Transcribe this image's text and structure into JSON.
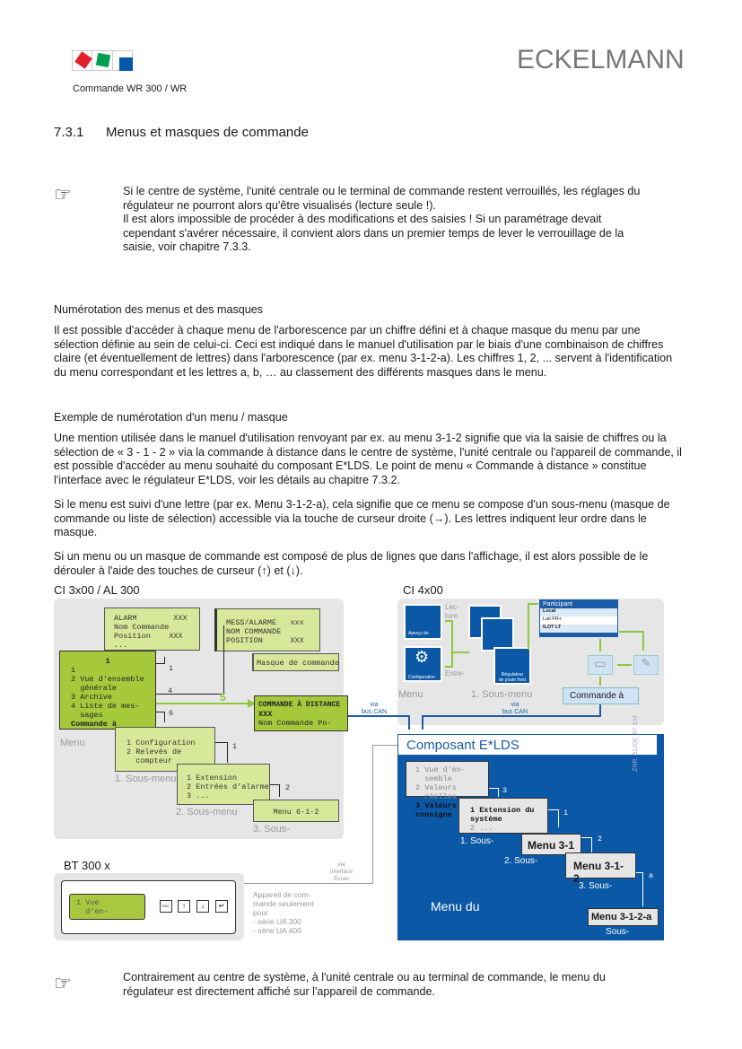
{
  "header": {
    "brand": "ECKELMANN",
    "subtitle": "Commande WR 300 / WR",
    "logo_colors": [
      "#e3202a",
      "#00a050",
      "#0058a8"
    ]
  },
  "section": {
    "number": "7.3.1",
    "title": "Menus et masques de commande"
  },
  "note1": {
    "icon": "pointing-hand-icon",
    "text": "Si le centre de système, l'unité centrale ou le terminal de commande restent verrouillés, les réglages du régulateur ne pourront alors qu'être visualisés (lecture seule !).",
    "text2": "Il est alors impossible de procéder à des modifications et des saisies ! Si un paramétrage devait cependant s'avérer nécessaire, il convient alors dans un premier temps de lever le verrouillage de la saisie, voir chapitre  7.3.3."
  },
  "body": {
    "h1": "Numérotation des menus et des masques",
    "p1": "Il est possible d'accéder à chaque menu de l'arborescence par un chiffre défini et à chaque masque du menu par une sélection définie au sein de celui-ci. Ceci est indiqué dans le manuel d'utilisation par le biais d'une combinaison de chiffres claire (et éventuellement de lettres) dans l'arborescence (par ex. menu 3-1-2-a). Les chiffres 1, 2, ... servent à l'identification du menu correspondant et les lettres a, b, … au classement des différents masques dans le menu.",
    "h2": "Exemple de numérotation d'un menu / masque",
    "p2": "Une mention utilisée dans le manuel d'utilisation renvoyant par ex. au menu 3-1-2 signifie que via la saisie de chiffres ou la sélection de « 3 - 1 - 2 » via la commande à distance dans le centre de système, l'unité centrale ou l'appareil de commande, il est possible d'accéder au menu souhaité du composant E*LDS. Le point de menu « Commande à distance » constitue l'interface avec le régulateur E*LDS, voir les détails au chapitre 7.3.2.",
    "p3": "Si le menu est suivi d'une lettre (par ex. Menu 3-1-2-a), cela signifie que ce menu se compose d'un sous-menu (masque de commande ou liste de sélection) accessible via la touche de curseur droite (→). Les lettres indiquent leur ordre dans le masque.",
    "p4": "Si un menu ou un masque de commande est composé de plus de lignes que dans l'affichage, il est alors possible de le dérouler à l'aide des touches de curseur (↑) et (↓)."
  },
  "diagram": {
    "ci3": {
      "title": "CI 3x00 / AL 300",
      "alarm": [
        "ALARM        XXX",
        "Nom Commande",
        "Position    XXX",
        "..."
      ],
      "mess": [
        "MESS/ALARME   xxx",
        "NOM COMMANDE",
        "POSITION      XXX"
      ],
      "masque": "Masque de commande",
      "menu_title": "1",
      "menu": [
        "1",
        "2 Vue d'ensemble",
        "  générale",
        "3 Archive",
        "4 Liste de mes-",
        "  sages"
      ],
      "menu_bold": "Commande à",
      "remote": [
        "COMMANDE À DISTANCE",
        "XXX"
      ],
      "remote2": "Nom Commande Po-",
      "sub1": [
        "1 Configuration",
        "2 Relevés de",
        "  compteur"
      ],
      "sub2": [
        "1 Extension",
        "2 Entrées d'alarme",
        "3 ..."
      ],
      "sub3": "Menu 6-1-2",
      "labels": {
        "menu": "Menu",
        "s1": "1. Sous-menu",
        "s2": "2. Sous-menu",
        "s3": "3. Sous-"
      },
      "arrows": {
        "a1": "1",
        "a4": "4",
        "a5": "5",
        "a6": "6",
        "b1": "1",
        "b2": "2"
      }
    },
    "ci4": {
      "title": "CI 4x00",
      "t1": "Aperçu de",
      "t2": "Configuration",
      "lecture": "Lec-\nture",
      "entree": "Entre-",
      "t3": "Régulateur\nde poste froid",
      "participant": "Participant",
      "rows": [
        "Local",
        "Lait FR+",
        "ILOT LT"
      ],
      "labels": {
        "menu": "Menu",
        "s1": "1. Sous-menu"
      },
      "remote": "Commande à"
    },
    "via_can": "via\nbus CAN",
    "elds": {
      "title": "Composant E*LDS",
      "m0": [
        "1 Vue d'en-",
        "  semble",
        "2 Valeurs",
        "  réelles"
      ],
      "m0b": [
        "3 Valeurs",
        "consigne"
      ],
      "m1b": [
        "1 Extension du",
        "système"
      ],
      "m1": "2 ...",
      "m2": "Menu 3-1",
      "m3": "Menu 3-1-2",
      "m4": "Menu 3-1-2-a",
      "labels": {
        "s1": "1. Sous-",
        "s2": "2. Sous-",
        "s3": "3. Sous-",
        "s4": "Sous-",
        "main": "Menu du"
      },
      "arrows": {
        "a3": "3",
        "a1": "1",
        "a2": "2",
        "aa": "a"
      },
      "znr": "ZNR. 51200_67.934"
    },
    "bt": {
      "title": "BT 300 x",
      "lcd": [
        "1 Vue",
        "  d'en-"
      ],
      "keys": [
        "ESC",
        "↑",
        "↓",
        "↵"
      ],
      "via": "via\ninterface\nÉcran",
      "note": [
        "Appareil de com-",
        "mande seulement",
        "pour",
        "- série UA 300",
        "- série UA 400"
      ]
    }
  },
  "note2": {
    "icon": "pointing-hand-icon",
    "text": "Contrairement au centre de système, à l'unité centrale ou au terminal de commande, le menu du régulateur est directement affiché sur l'appareil de commande."
  }
}
